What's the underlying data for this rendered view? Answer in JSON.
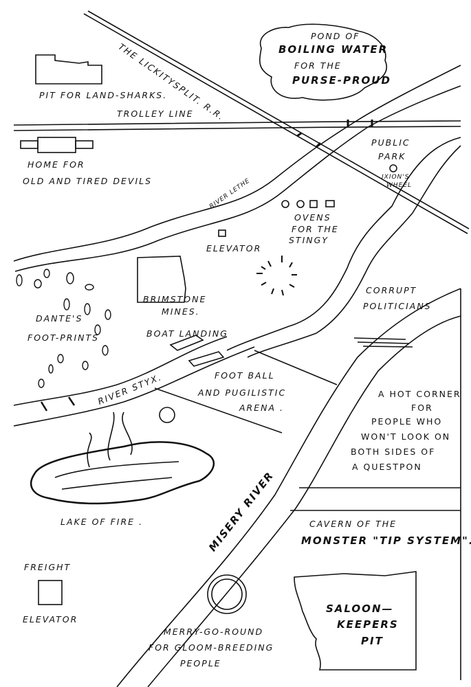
{
  "railroad": "The Lickitysplit. R.R.",
  "trolley": "Trolley Line",
  "pond": {
    "l1": "Pond of",
    "l2": "Boiling Water",
    "l3": "for the",
    "l4": "Purse-Proud"
  },
  "pit_land_sharks": "Pit for Land-Sharks.",
  "home_devils": {
    "l1": "Home for",
    "l2": "Old and Tired Devils"
  },
  "park": {
    "l1": "Public",
    "l2": "Park"
  },
  "ixion": {
    "l1": "Ixion's",
    "l2": "Wheel"
  },
  "river_lethe": "River Lethe",
  "ovens": {
    "l1": "Ovens",
    "l2": "for the",
    "l3": "Stingy"
  },
  "elevator": "Elevator",
  "brimstone": {
    "l1": "Brimstone",
    "l2": "Mines."
  },
  "politicians": {
    "l1": "Corrupt",
    "l2": "Politicians"
  },
  "dante": {
    "l1": "Dante's",
    "l2": "Foot-Prints"
  },
  "boat_landing": "Boat Landing",
  "river_styx": "River Styx.",
  "arena": {
    "l1": "Foot Ball",
    "l2": "and Pugilistic",
    "l3": "Arena ."
  },
  "hot_corner": {
    "l1": "A Hot Corner",
    "l2": "for",
    "l3": "People who",
    "l4": "won't look on",
    "l5": "Both Sides of",
    "l6": "a Questpon"
  },
  "lake_fire": "Lake of Fire .",
  "misery_river": "Misery River",
  "cavern": {
    "l1": "Cavern of the",
    "l2": "Monster \"Tip System\"."
  },
  "freight_elevator": {
    "l1": "Freight",
    "l2": "Elevator"
  },
  "merry_go_round": {
    "l1": "Merry-go-round",
    "l2": "for Gloom-Breeding",
    "l3": "People"
  },
  "saloon": {
    "l1": "Saloon—",
    "l2": "Keepers",
    "l3": "Pit"
  }
}
